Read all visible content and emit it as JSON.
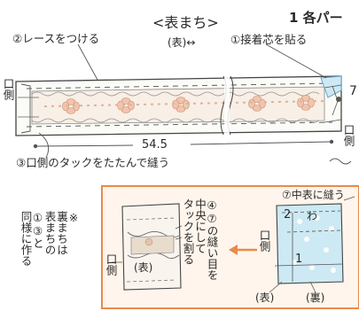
{
  "header": {
    "step": "1 各パー"
  },
  "top": {
    "title": "<表まち>",
    "lace_note": "②レースをつける",
    "omote_arrow": "(表)↔",
    "interfacing_note": "①接着芯を貼る",
    "kuchi_left": [
      "口",
      "側"
    ],
    "kuchi_right": [
      "口",
      "側"
    ],
    "right_number": "7",
    "width_label": "54.5",
    "tuck_note": "③口側のタックをたたんで縫う"
  },
  "detail": {
    "back_note": [
      "※",
      "裏まちは",
      "表まちの",
      "①③と",
      "同様に作る"
    ],
    "inner_omote": "(表)",
    "kuchi_left": [
      "口",
      "側"
    ],
    "center_note": [
      "④⑦の縫い目を",
      "中央にして",
      "タックを割る"
    ],
    "sew_note": "⑦中表に縫う",
    "num_2": "2",
    "wa": "わ",
    "kuchi_inner": [
      "口",
      "側"
    ],
    "num_1": "1",
    "omote_label": "(表)",
    "ura_label": "(裏)"
  },
  "colors": {
    "accent_orange": "#e98a4c",
    "fabric_blue": "#cde9f3",
    "lace_peach": "#f2c4ad",
    "ink": "#2a2a2a"
  }
}
